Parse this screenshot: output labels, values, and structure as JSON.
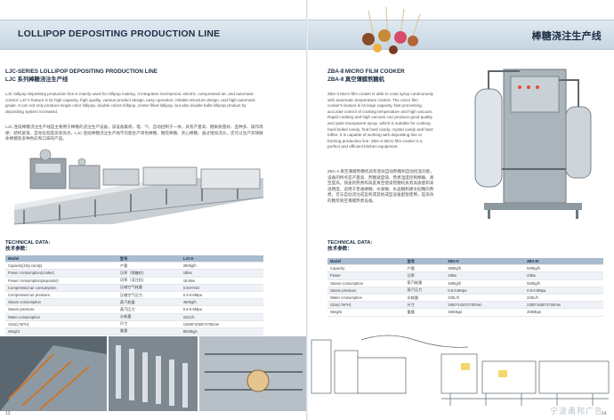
{
  "left": {
    "banner_title": "LOLLIPOP  DEPOSITING PRODUCTION LINE",
    "section_title_en": "LJC-SERIES LOLLIPOP DEPOSITING PRODUCTION LINE",
    "section_title_cn": "LJC 系列棒糖浇注生产线",
    "desc_en": "LJC lollipop depositing production line is mainly used for lollipop making. It integrates mechanical, electric, compressed air, and automatic control. LJC's feature is its high capacity, high quality, various product design, easy operation, reliable structure design, and high automatic grade. It can not only produce single color lollipop, double colors lollipop, center filled lollipop, but also double balls lollipop product by depositing system increased.",
    "desc_cn": "LJC 连续棒糖浇注生产线是主要用于棒糖的浇注生产设备，该设备集机、电、气、自动控制于一体，具有产量高、糖果质量好、品种多、操作简便、结构紧凑、自动化程度高等优点。LJC 连续棒糖浇注生产线不仅能生产单色棒糖、糖花棒糖、夹心棒糖，通过增加浇头，还可以生产双球联体棒糖等多种色彩和口味的产品。",
    "tech_title_en": "TECHNICAL DATA:",
    "tech_title_cn": "技术参数：",
    "table_headers": [
      "Model",
      "型号",
      "LJC-II"
    ],
    "table_rows": [
      [
        "Capacity(10g candy)",
        "产量",
        "280kg/h"
      ],
      [
        "Power consumption(cooker)",
        "功率（熬糖机）",
        "18kw"
      ],
      [
        "Power consumption(depositor)",
        "功率（浇注机）",
        "18.5kw"
      ],
      [
        "Compressed air consumption",
        "压缩空气耗量",
        "0.5m³/min"
      ],
      [
        "Compressed air pressure",
        "压缩空气压力",
        "0.4-0.6Mpa"
      ],
      [
        "Steam consumption",
        "蒸汽耗量",
        "450kg/h"
      ],
      [
        "Steam pressure",
        "蒸汽压力",
        "0.5-0.6Mpa"
      ],
      [
        "Water consumption",
        "水耗量",
        "220L/h"
      ],
      [
        "Size(L*W*H)",
        "尺寸",
        "13500*2000*2700mm"
      ],
      [
        "Weight",
        "重量",
        "6000kgs"
      ]
    ],
    "page_number": "13"
  },
  "right": {
    "banner_title": "棒糖浇注生产线",
    "section_title_en": "ZBA-Ⅱ MICRO FILM COOKER",
    "section_title_cn": "ZBA-Ⅱ 真空薄膜熬糖机",
    "desc_en": "ZBA-II Micro film cooker is able to cook syrup continuously with automatic temperature control. The micro film cooker's feature is its large capacity, fast processing, accurate control of cooking temperature and high vacuum. Rapid cooking and high vacuum can produce good quality and quite transparent syrup, which is suitable for cooking hard boiled candy, fruit hard candy, crystal candy and hard toffee. It is capable of working with depositing line or forming production line. ZBA-II Micro film cooker is a perfect and efficient kitchen equipment.",
    "desc_cn": "ZBA-II 真空薄膜熬糖机具有连续自动熬糖和自动控温功能，设备的特点是产量高、熬糖速度快、熬煮温度控制精确、真空度高。快速的熬煮和高度真空使该熬糖机具有高质量和高透明度，适用于普通硬糖、水果糖、水晶糖和硬太妃糖的熬煮，可与自动浇注成型机或其他成型设备配套使用，是高效的糖浆真空薄膜熬煮设备。",
    "tech_title_en": "TECHNICAL DATA:",
    "tech_title_cn": "技术参数：",
    "table_headers": [
      "Model",
      "型号",
      "ZBA-II",
      "ZBA-III"
    ],
    "table_rows": [
      [
        "Capacity",
        "产量",
        "350kg/h",
        "500kg/h"
      ],
      [
        "Power",
        "功率",
        "16kw",
        "23kw"
      ],
      [
        "Steam consumption",
        "蒸汽耗量",
        "450kg/h",
        "500kg/h"
      ],
      [
        "Steam pressure",
        "蒸汽压力",
        "0.6-0.8Mpa",
        "0.6-0.8Mpa"
      ],
      [
        "Water consumption",
        "水耗量",
        "220L/h",
        "220L/h"
      ],
      [
        "Size(L*W*H)",
        "尺寸",
        "1900*1420*2700mm",
        "2300*1650*2700mm"
      ],
      [
        "Weight",
        "重量",
        "2500kgs",
        "3000kgs"
      ]
    ],
    "page_number": "14",
    "watermark": "宁波甬邦广告"
  }
}
